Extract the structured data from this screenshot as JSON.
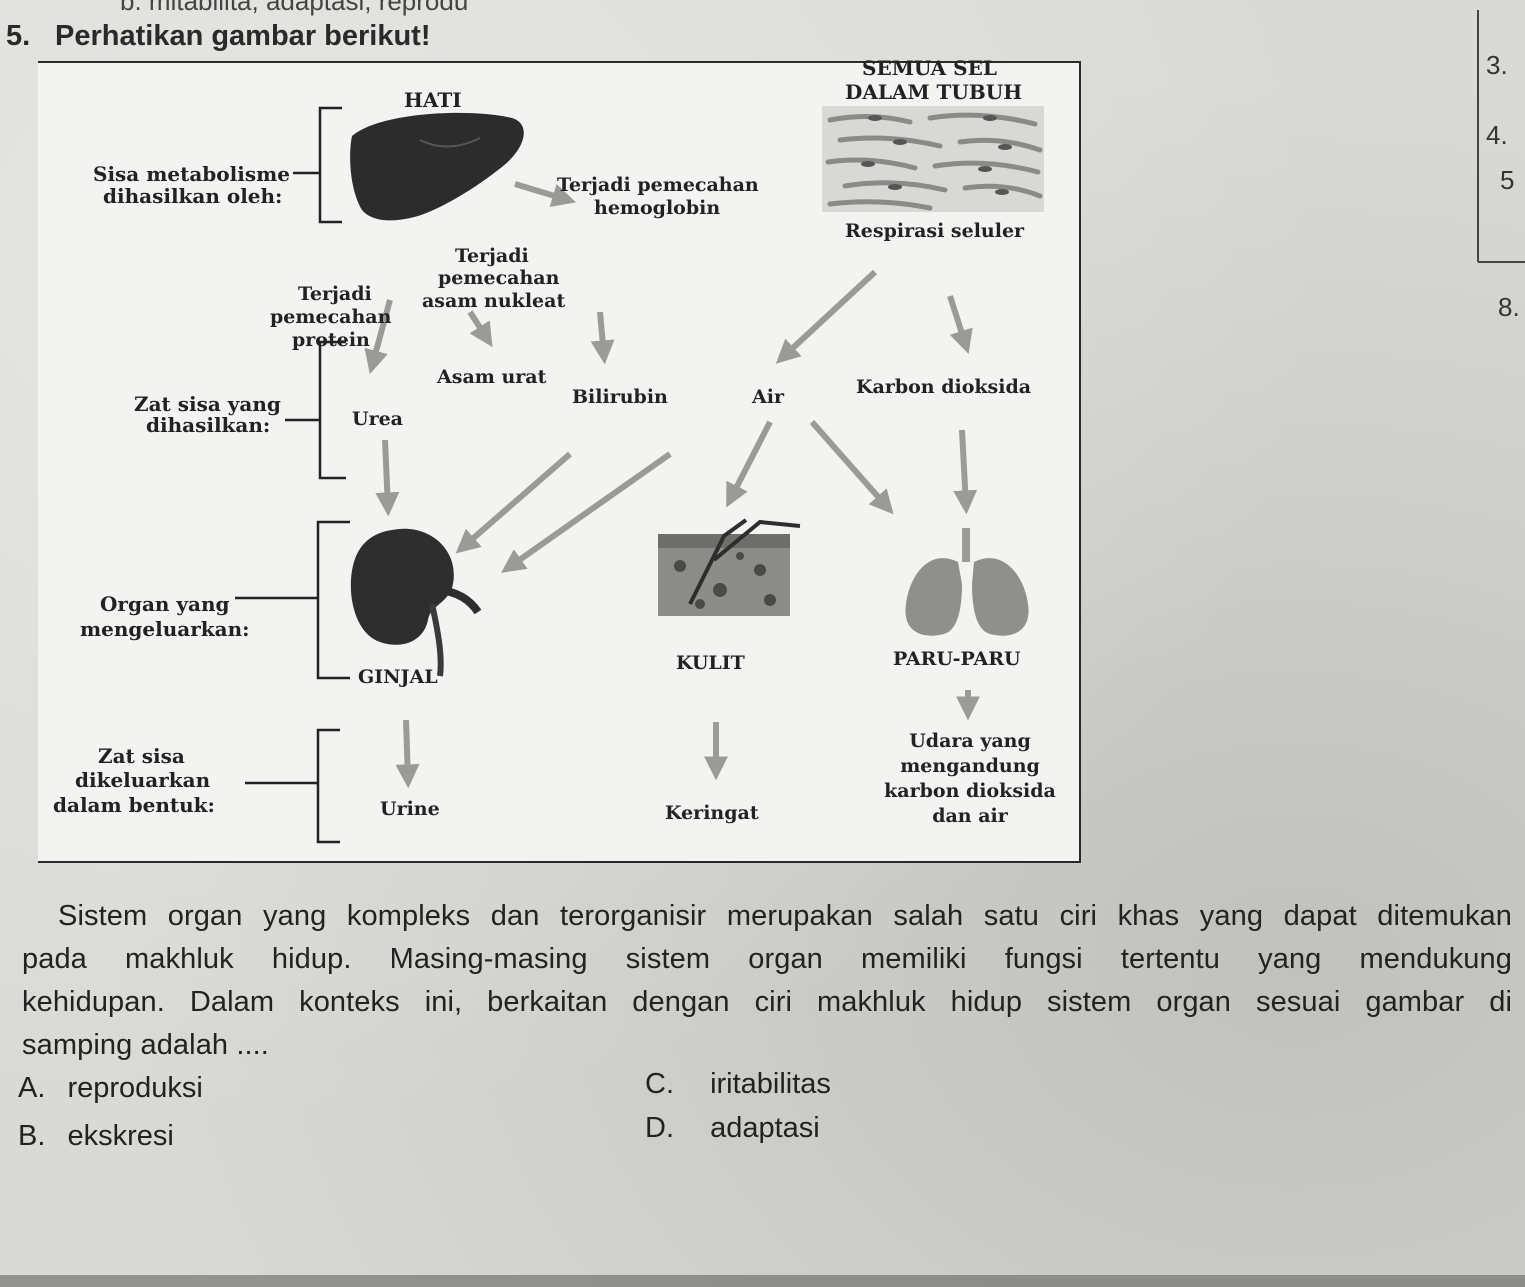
{
  "top_fragment": "b. mitabilita, adaptasi, reprodu",
  "question": {
    "number": "5.",
    "prompt": "Perhatikan gambar berikut!",
    "paragraph_lines": [
      "Sistem organ yang kompleks dan terorganisir merupakan salah satu ciri khas yang dapat ditemukan",
      "pada makhluk hidup. Masing-masing sistem organ memiliki fungsi tertentu yang mendukung",
      "kehidupan. Dalam konteks ini, berkaitan dengan ciri makhluk hidup sistem organ sesuai gambar di",
      "samping adalah ...."
    ],
    "options": [
      {
        "letter": "A.",
        "text": "reproduksi"
      },
      {
        "letter": "B.",
        "text": "ekskresi"
      },
      {
        "letter": "C.",
        "text": "iritabilitas"
      },
      {
        "letter": "D.",
        "text": "adaptasi"
      }
    ]
  },
  "diagram": {
    "row_labels": {
      "sisa_line1": "Sisa metabolisme",
      "sisa_line2": "dihasilkan oleh:",
      "zat_line1": "Zat sisa yang",
      "zat_line2": "dihasilkan:",
      "organ_line1": "Organ yang",
      "organ_line2": "mengeluarkan:",
      "bentuk_line1": "Zat sisa",
      "bentuk_line2": "dikeluarkan",
      "bentuk_line3": "dalam bentuk:"
    },
    "sources": {
      "hati": "HATI",
      "semua_sel_line1": "SEMUA SEL",
      "semua_sel_line2": "DALAM TUBUH"
    },
    "processes": {
      "hemoglobin_line1": "Terjadi pemecahan",
      "hemoglobin_line2": "hemoglobin",
      "respirasi": "Respirasi seluler",
      "nukleat_line1": "Terjadi",
      "nukleat_line2": "pemecahan",
      "nukleat_line3": "asam nukleat",
      "protein_line1": "Terjadi",
      "protein_line2": "pemecahan",
      "protein_line3": "protein"
    },
    "wastes": {
      "urea": "Urea",
      "asam_urat": "Asam urat",
      "bilirubin": "Bilirubin",
      "air": "Air",
      "karbon_dioksida": "Karbon dioksida"
    },
    "organs": {
      "ginjal": "GINJAL",
      "kulit": "KULIT",
      "paru": "PARU-PARU"
    },
    "outputs": {
      "urine": "Urine",
      "keringat": "Keringat",
      "udara_line1": "Udara yang",
      "udara_line2": "mengandung",
      "udara_line3": "karbon dioksida",
      "udara_line4": "dan air"
    }
  },
  "side_numbers": [
    "3.",
    "4.",
    "5",
    "8."
  ],
  "colors": {
    "paper": "#d9d9d5",
    "diagram_bg": "#f3f3f1",
    "arrow": "#9a9a98",
    "organ_dark": "#2f2f2f",
    "text": "#222222"
  }
}
